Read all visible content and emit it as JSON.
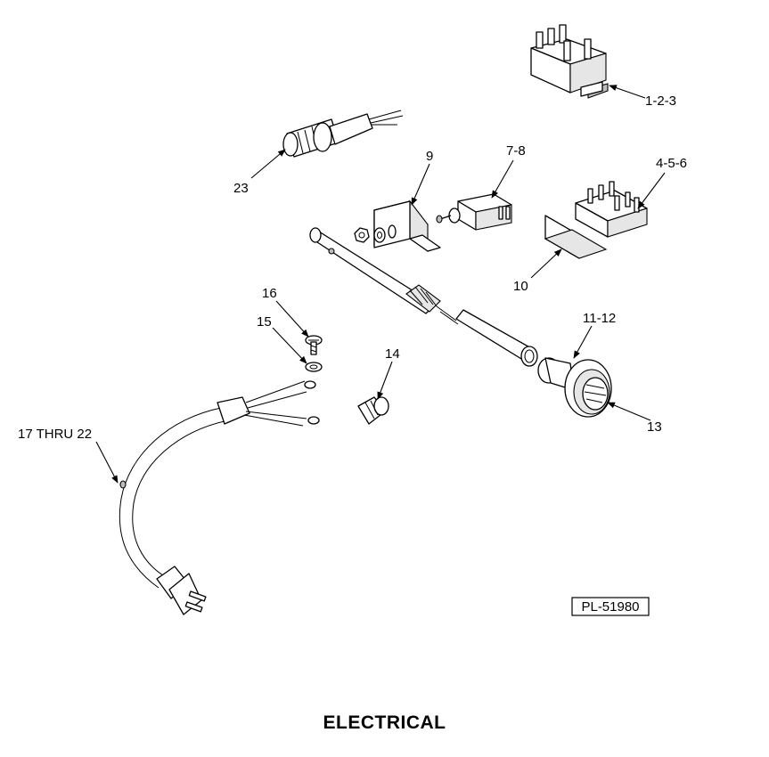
{
  "diagram": {
    "caption": "ELECTRICAL",
    "plate_number": "PL-51980",
    "callouts": [
      {
        "id": "c-1-2-3",
        "label": "1-2-3"
      },
      {
        "id": "c-4-5-6",
        "label": "4-5-6"
      },
      {
        "id": "c-7-8",
        "label": "7-8"
      },
      {
        "id": "c-9",
        "label": "9"
      },
      {
        "id": "c-10",
        "label": "10"
      },
      {
        "id": "c-11-12",
        "label": "11-12"
      },
      {
        "id": "c-13",
        "label": "13"
      },
      {
        "id": "c-14",
        "label": "14"
      },
      {
        "id": "c-15",
        "label": "15"
      },
      {
        "id": "c-16",
        "label": "16"
      },
      {
        "id": "c-17-22",
        "label": "17 THRU 22"
      },
      {
        "id": "c-23",
        "label": "23"
      }
    ]
  }
}
